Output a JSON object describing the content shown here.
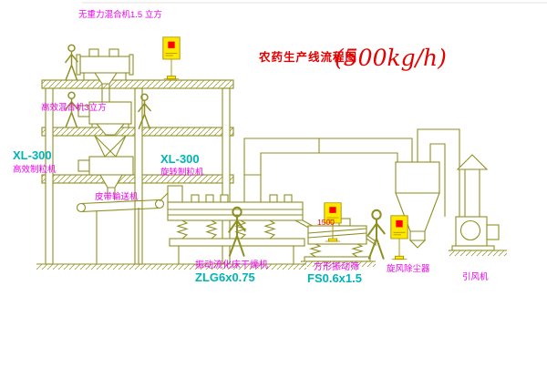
{
  "title": {
    "text": "农药生产线流程图",
    "capacity": "(500kg/h)"
  },
  "labels": {
    "gravity_mixer": "无重力混合机1.5 立方",
    "high_eff_mixer": "高效混合机3立方",
    "granulator_left_model": "XL-300",
    "granulator_left_name": "高效制粒机",
    "granulator_right_model": "XL-300",
    "granulator_right_name": "旋转制粒机",
    "belt_conveyor": "皮带输送机",
    "dryer_name": "振动流化床干燥机",
    "dryer_model": "ZLG6x0.75",
    "screen_name": "方形振动筛",
    "screen_model": "FS0.6x1.5",
    "cyclone_name": "旋风除尘器",
    "fan_name": "引风机",
    "dim_text": "1500"
  },
  "colors": {
    "line": "#8f8f23",
    "titlered": "#e50000",
    "magenta": "#f000f0",
    "cyan": "#00b4b4",
    "boxfill": "#ffe800",
    "boxline": "#a88f00",
    "red": "#ff0000"
  }
}
